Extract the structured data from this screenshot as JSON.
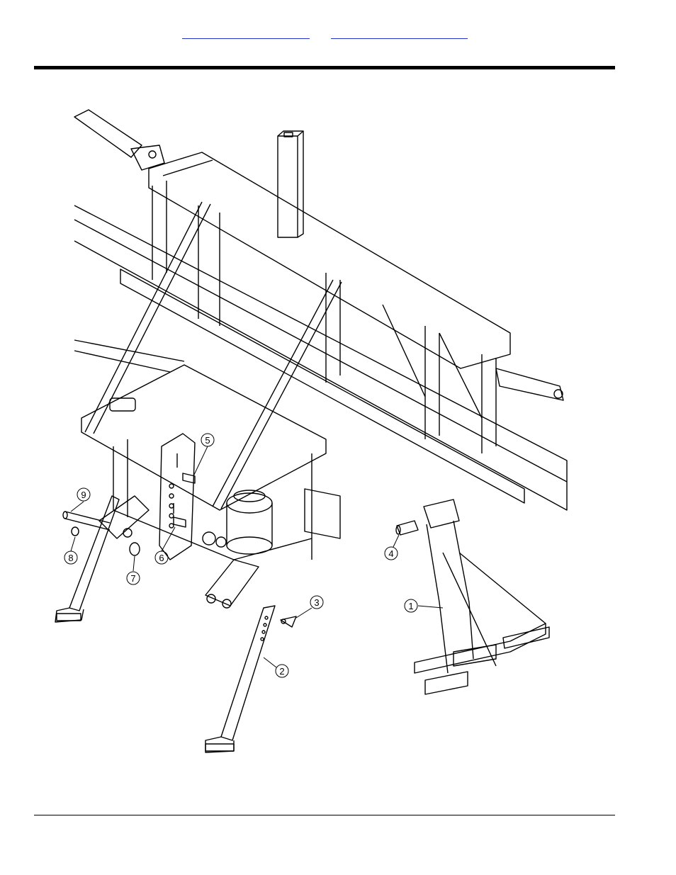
{
  "header": {
    "nav_links": [
      {
        "label": ""
      },
      {
        "label": ""
      }
    ]
  },
  "figure": {
    "callouts": [
      {
        "number": "1"
      },
      {
        "number": "2"
      },
      {
        "number": "3"
      },
      {
        "number": "4"
      },
      {
        "number": "5"
      },
      {
        "number": "6"
      },
      {
        "number": "7"
      },
      {
        "number": "8"
      },
      {
        "number": "9"
      }
    ]
  }
}
